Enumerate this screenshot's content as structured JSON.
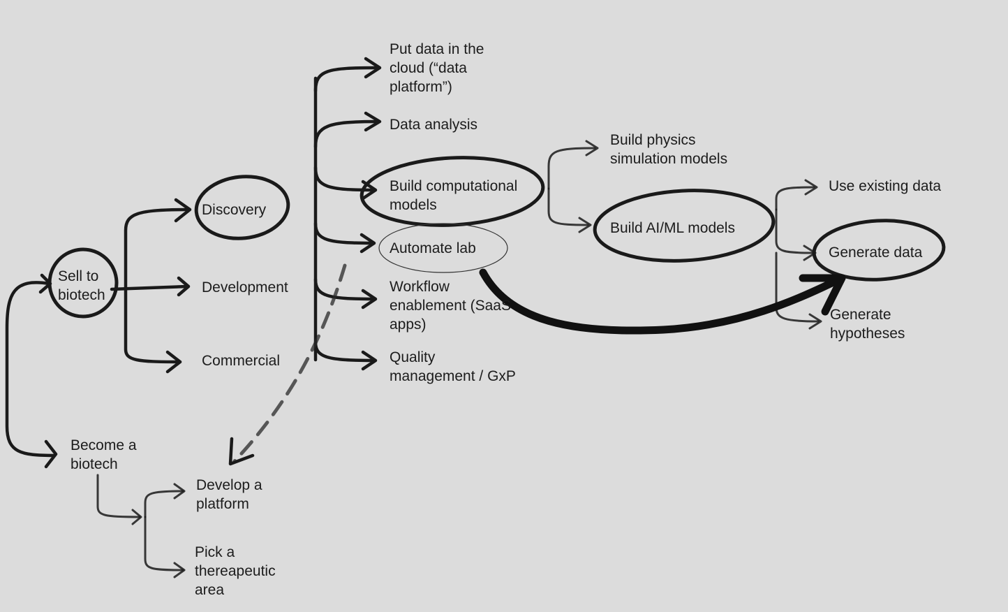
{
  "nodes": {
    "sell_to_biotech": "Sell to\nbiotech",
    "discovery": "Discovery",
    "development": "Development",
    "commercial": "Commercial",
    "become_a_biotech": "Become a\nbiotech",
    "develop_a_platform": "Develop a\nplatform",
    "pick_therapeutic_area": "Pick a\nthereapeutic\narea",
    "put_data_in_cloud": "Put data in the\ncloud (“data\nplatform”)",
    "data_analysis": "Data analysis",
    "build_computational_models": "Build computational\nmodels",
    "automate_lab": "Automate lab",
    "workflow_enablement": "Workflow\nenablement (SaaS\napps)",
    "quality_management": "Quality\nmanagement / GxP",
    "build_physics_models": "Build physics\nsimulation models",
    "build_aiml_models": "Build AI/ML models",
    "use_existing_data": "Use existing data",
    "generate_data": "Generate data",
    "generate_hypotheses": "Generate\nhypotheses"
  },
  "diagram": {
    "line_color": "#1a1a1a",
    "background": "#dcdcdc",
    "circled_nodes": [
      "sell_to_biotech",
      "discovery",
      "build_computational_models",
      "build_aiml_models",
      "generate_data"
    ],
    "thin_circled_nodes": [
      "automate_lab"
    ],
    "edges": [
      {
        "from": "sell_to_biotech",
        "to": "discovery"
      },
      {
        "from": "sell_to_biotech",
        "to": "development"
      },
      {
        "from": "sell_to_biotech",
        "to": "commercial"
      },
      {
        "from": "sell_to_biotech",
        "to": "become_a_biotech"
      },
      {
        "from": "become_a_biotech",
        "to": "develop_a_platform"
      },
      {
        "from": "become_a_biotech",
        "to": "pick_therapeutic_area"
      },
      {
        "from": "discovery",
        "to": "put_data_in_cloud"
      },
      {
        "from": "discovery",
        "to": "data_analysis"
      },
      {
        "from": "discovery",
        "to": "build_computational_models"
      },
      {
        "from": "discovery",
        "to": "automate_lab"
      },
      {
        "from": "discovery",
        "to": "workflow_enablement"
      },
      {
        "from": "discovery",
        "to": "quality_management"
      },
      {
        "from": "build_computational_models",
        "to": "build_physics_models"
      },
      {
        "from": "build_computational_models",
        "to": "build_aiml_models"
      },
      {
        "from": "build_aiml_models",
        "to": "use_existing_data"
      },
      {
        "from": "build_aiml_models",
        "to": "generate_data"
      },
      {
        "from": "build_aiml_models",
        "to": "generate_hypotheses"
      },
      {
        "from": "automate_lab",
        "to": "generate_data",
        "style": "heavy"
      },
      {
        "from": "automate_lab",
        "to": "develop_a_platform",
        "style": "dashed"
      }
    ]
  }
}
